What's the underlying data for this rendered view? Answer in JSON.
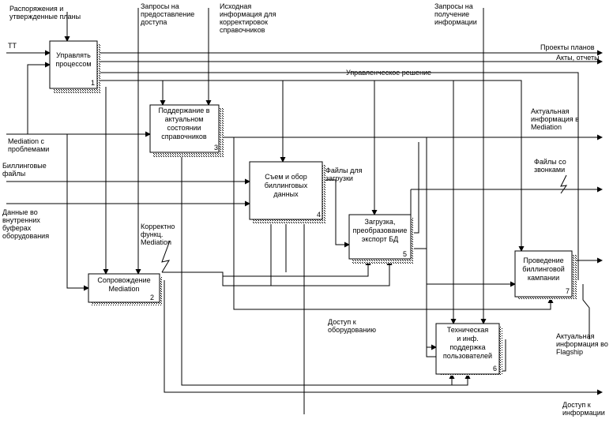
{
  "boxes": [
    {
      "id": "b1",
      "lines": [
        "Управлять",
        "процессом"
      ],
      "num": "1"
    },
    {
      "id": "b2",
      "lines": [
        "Сопровождение",
        "Mediation"
      ],
      "num": "2"
    },
    {
      "id": "b3",
      "lines": [
        "Поддержание в",
        "актуальном",
        "состоянии",
        "справочников"
      ],
      "num": "3"
    },
    {
      "id": "b4",
      "lines": [
        "Съем и обор",
        "биллинговых",
        "данных"
      ],
      "num": "4"
    },
    {
      "id": "b5",
      "lines": [
        "Загрузка,",
        "преобразование",
        "экспорт БД"
      ],
      "num": "5"
    },
    {
      "id": "b6",
      "lines": [
        "Техническая",
        "и инф.",
        "поддержка",
        "пользователей"
      ],
      "num": "6"
    },
    {
      "id": "b7",
      "lines": [
        "Проведение",
        "биллинговой",
        "кампании"
      ],
      "num": "7"
    }
  ],
  "labels": {
    "plans": [
      "Распоряжения и",
      "утвержденные планы"
    ],
    "access_req": [
      "Запросы на",
      "предоставление",
      "доступа"
    ],
    "source_info": [
      "Исходная",
      "информация для",
      "корректировок",
      "справочников"
    ],
    "info_req": [
      "Запросы на",
      "получение",
      "информации"
    ],
    "tt": [
      "ТТ"
    ],
    "mediation_problems": [
      "Mediation с",
      "проблемами"
    ],
    "billing_files": [
      "Биллинговые",
      "файлы"
    ],
    "buffer_data": [
      "Данные во",
      "внутренних",
      "буферах",
      "оборудования"
    ],
    "correct_func": [
      "Корректно",
      "функц.",
      "Mediation"
    ],
    "load_files": [
      "Файлы для",
      "загрузки"
    ],
    "equipment_access": [
      "Доступ к",
      "оборудованию"
    ],
    "plan_projects": [
      "Проекты планов"
    ],
    "acts_reports": [
      "Акты, отчеты"
    ],
    "mgmt_decision": [
      "Управленческое решение"
    ],
    "actual_mediation": [
      "Актуальная",
      "информация в",
      "Mediation"
    ],
    "call_files": [
      "Файлы со",
      "звонками"
    ],
    "actual_flagship": [
      "Актуальная",
      "информация во",
      "Flagship"
    ],
    "info_access": [
      "Доступ к",
      "информации"
    ]
  }
}
